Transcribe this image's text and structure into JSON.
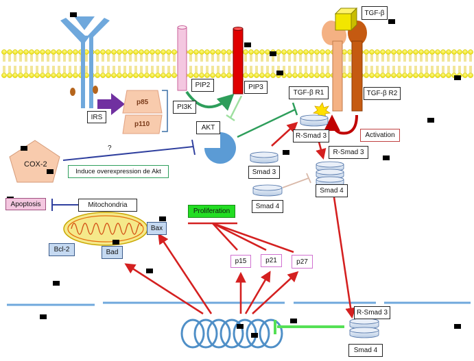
{
  "labels": {
    "tgfb": "TGF-β",
    "irs": "IRS",
    "p85": "p85",
    "p110": "p110",
    "pi3k": "PI3K",
    "pip2": "PIP2",
    "pip3": "PIP3",
    "akt": "AKT",
    "tgfbr1": "TGF-β  R1",
    "tgfbr2": "TGF-β  R2",
    "activation": "Activation",
    "rsmad3_a": "R-Smad 3",
    "rsmad3_b": "R-Smad 3",
    "rsmad3_c": "R-Smad 3",
    "smad3": "Smad 3",
    "smad4_a": "Smad 4",
    "smad4_b": "Smad 4",
    "smad4_c": "Smad 4",
    "cox2": "COX-2",
    "question": "?",
    "induce": "Induce overexpression  de Akt",
    "apoptosis": "Apoptosis",
    "mitochondria": "Mitochondria",
    "bax": "Bax",
    "bcl2": "Bcl-2",
    "bad": "Bad",
    "proliferation": "Proliferation",
    "p15": "p15",
    "p21": "p21",
    "p27": "p27"
  },
  "colors": {
    "receptor_blue": "#6fa8dc",
    "membrane_yellow": "#f5e800",
    "tgfb_ligand": "#f2e600",
    "tgfbr1": "#f4b183",
    "tgfbr2": "#c55a11",
    "pip2": "#f4c7e0",
    "pip3": "#e00000",
    "pi3k_subunit": "#f8cbad",
    "irs_arrow": "#7030a0",
    "cox2": "#f8cbad",
    "smad_disc": "#dce6f2",
    "inhibit_green": "#2e9e5b",
    "inhibit_blue": "#2f3f9e",
    "activation_red": "#d42020",
    "proliferation_green": "#22dd22",
    "apoptosis_pink": "#f4c7e0",
    "bcl_blue": "#c5d9f1",
    "mito_yellow": "#f5e98a",
    "nucleus_line": "#6fa8dc",
    "dna_coil": "#4f8fc7"
  },
  "icons": [
    "y-receptor-icon",
    "tgf-ligand-cube-icon",
    "mitochondrion-icon",
    "dna-coil-icon",
    "smad-disc-icon"
  ]
}
